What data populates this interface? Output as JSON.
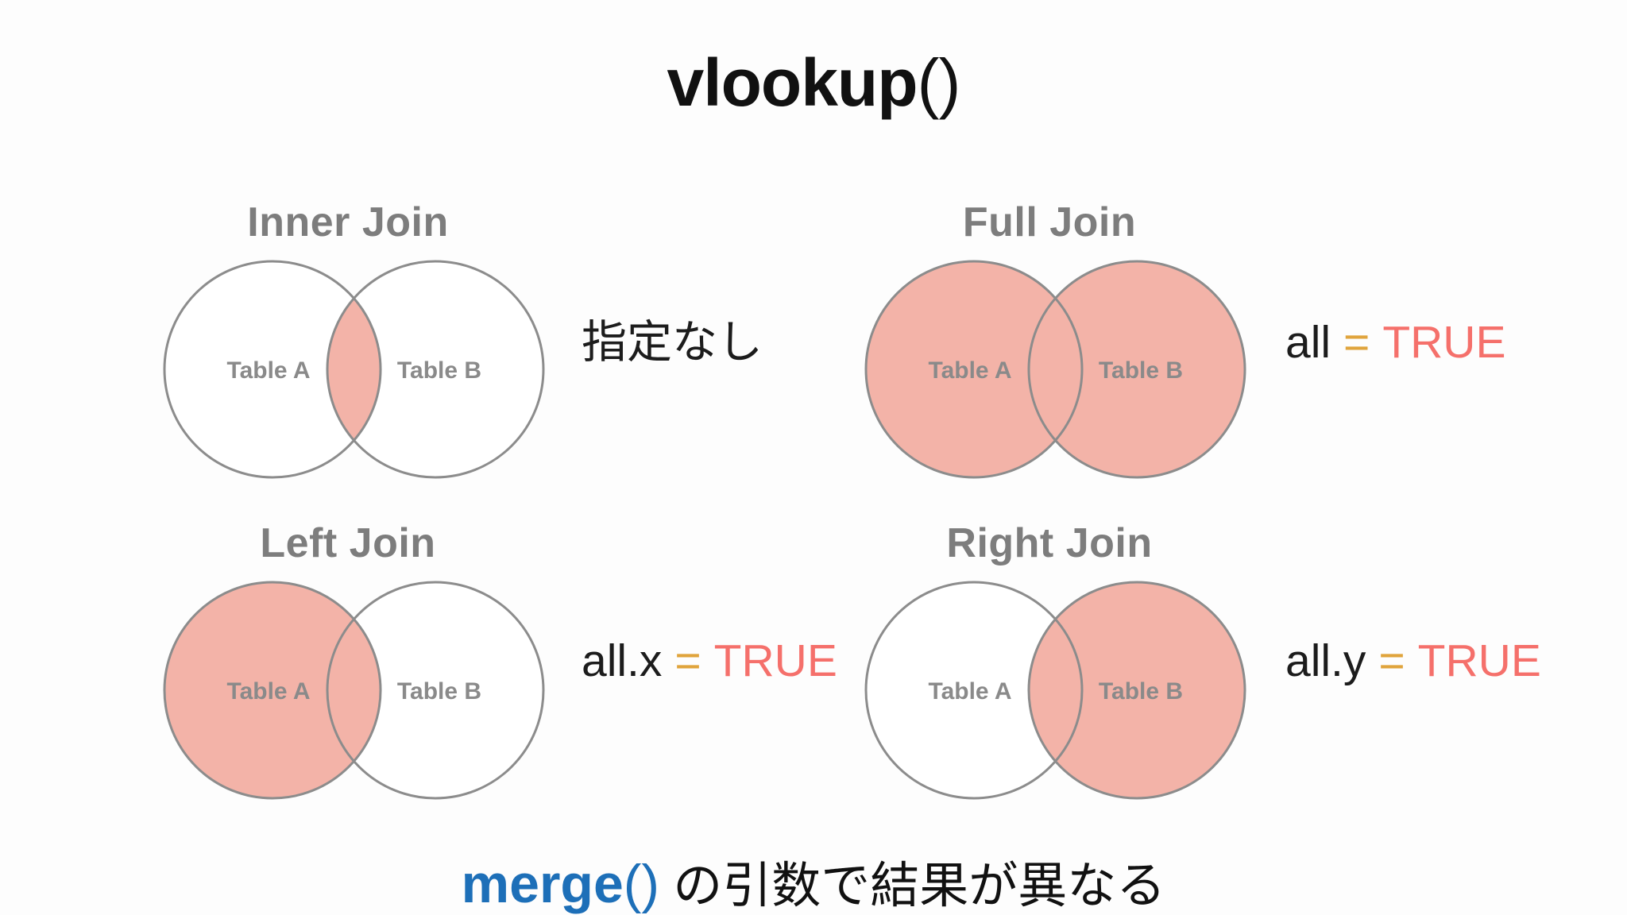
{
  "slide": {
    "title": {
      "name": "vlookup",
      "parens": "()"
    },
    "caption": {
      "function": "merge",
      "parens": "()",
      "text": " の引数で結果が異なる"
    }
  },
  "venns": {
    "inner": {
      "title": "Inner Join",
      "table_a": "Table A",
      "table_b": "Table B",
      "highlight": "intersection",
      "annotation": {
        "text": "指定なし"
      }
    },
    "full": {
      "title": "Full Join",
      "table_a": "Table A",
      "table_b": "Table B",
      "highlight": "both",
      "annotation": {
        "lhs": "all",
        "eq": "=",
        "rhs": "TRUE"
      }
    },
    "left": {
      "title": "Left Join",
      "table_a": "Table A",
      "table_b": "Table B",
      "highlight": "left",
      "annotation": {
        "lhs": "all.x",
        "eq": "=",
        "rhs": "TRUE"
      }
    },
    "right": {
      "title": "Right Join",
      "table_a": "Table A",
      "table_b": "Table B",
      "highlight": "right",
      "annotation": {
        "lhs": "all.y",
        "eq": "=",
        "rhs": "TRUE"
      }
    }
  },
  "colors": {
    "highlight_fill": "#F3B3A8",
    "circle_stroke": "#8C8C8C",
    "join_title": "#7D7D7D",
    "table_label": "#8A8A8A",
    "equals_sign": "#E0A43C",
    "true_text": "#F5706B",
    "merge_function": "#1D6FB8",
    "body_text": "#1C1C1C",
    "background": "#FDFDFD"
  }
}
